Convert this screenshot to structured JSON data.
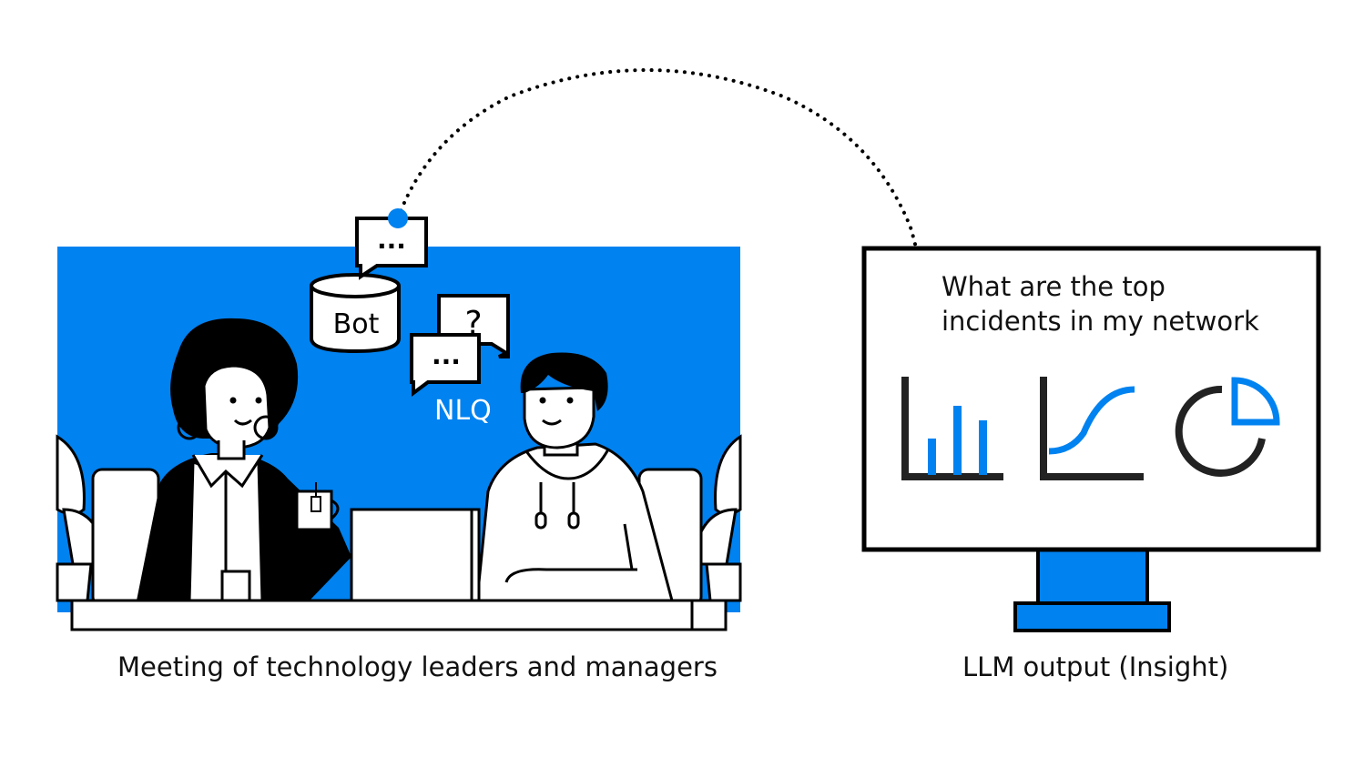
{
  "colors": {
    "accent": "#0082F0",
    "ink": "#000000",
    "paper": "#FFFFFF"
  },
  "icons": [
    "bot-database-icon",
    "chat-bubble-icon",
    "question-bubble-icon",
    "bar-chart-icon",
    "line-chart-icon",
    "pie-chart-icon",
    "monitor-icon"
  ],
  "left": {
    "caption": "Meeting of technology leaders and managers",
    "bot_label": "Bot",
    "nlq_label": "NLQ",
    "question_mark": "?",
    "ellipsis": "..."
  },
  "right": {
    "caption": "LLM output (Insight)",
    "question_line1": "What are the top",
    "question_line2": "incidents in my network"
  }
}
